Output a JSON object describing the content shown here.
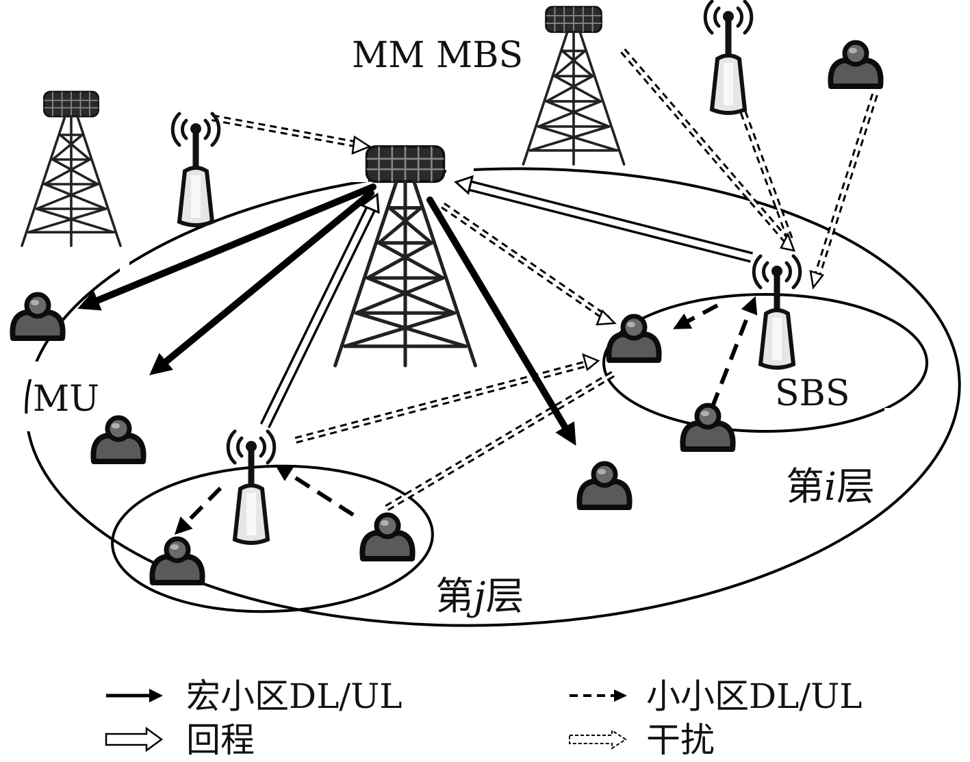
{
  "labels": {
    "mm_mbs": "MM MBS",
    "mu": "MU",
    "sbs": "SBS",
    "tier_i_prefix": "第",
    "tier_i_var": "i",
    "tier_i_suffix": "层",
    "tier_j_prefix": "第",
    "tier_j_var": "j",
    "tier_j_suffix": "层"
  },
  "legend": {
    "macro_link": "宏小区DL/UL",
    "small_link": "小小区DL/UL",
    "backhaul": "回程",
    "interference": "干扰"
  },
  "icons": [
    "macro-tower-icon",
    "small-cell-antenna-icon",
    "user-icon"
  ]
}
